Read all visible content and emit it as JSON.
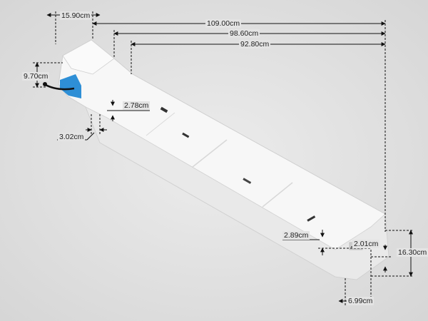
{
  "dimensions": {
    "width_top": "15.90cm",
    "length_overall": "109.00cm",
    "length_2": "98.60cm",
    "length_3": "92.80cm",
    "height_end": "9.70cm",
    "slot_width": "2.78cm",
    "slot_depth": "3.02cm",
    "slot_end": "2.89cm",
    "lip": "2.01cm",
    "end_height": "16.30cm",
    "end_width": "6.99cm"
  },
  "colors": {
    "background": "#e4e4e4",
    "foam": "#f7f7f7",
    "accent_blue": "#2e8fd6",
    "line": "#111111"
  }
}
